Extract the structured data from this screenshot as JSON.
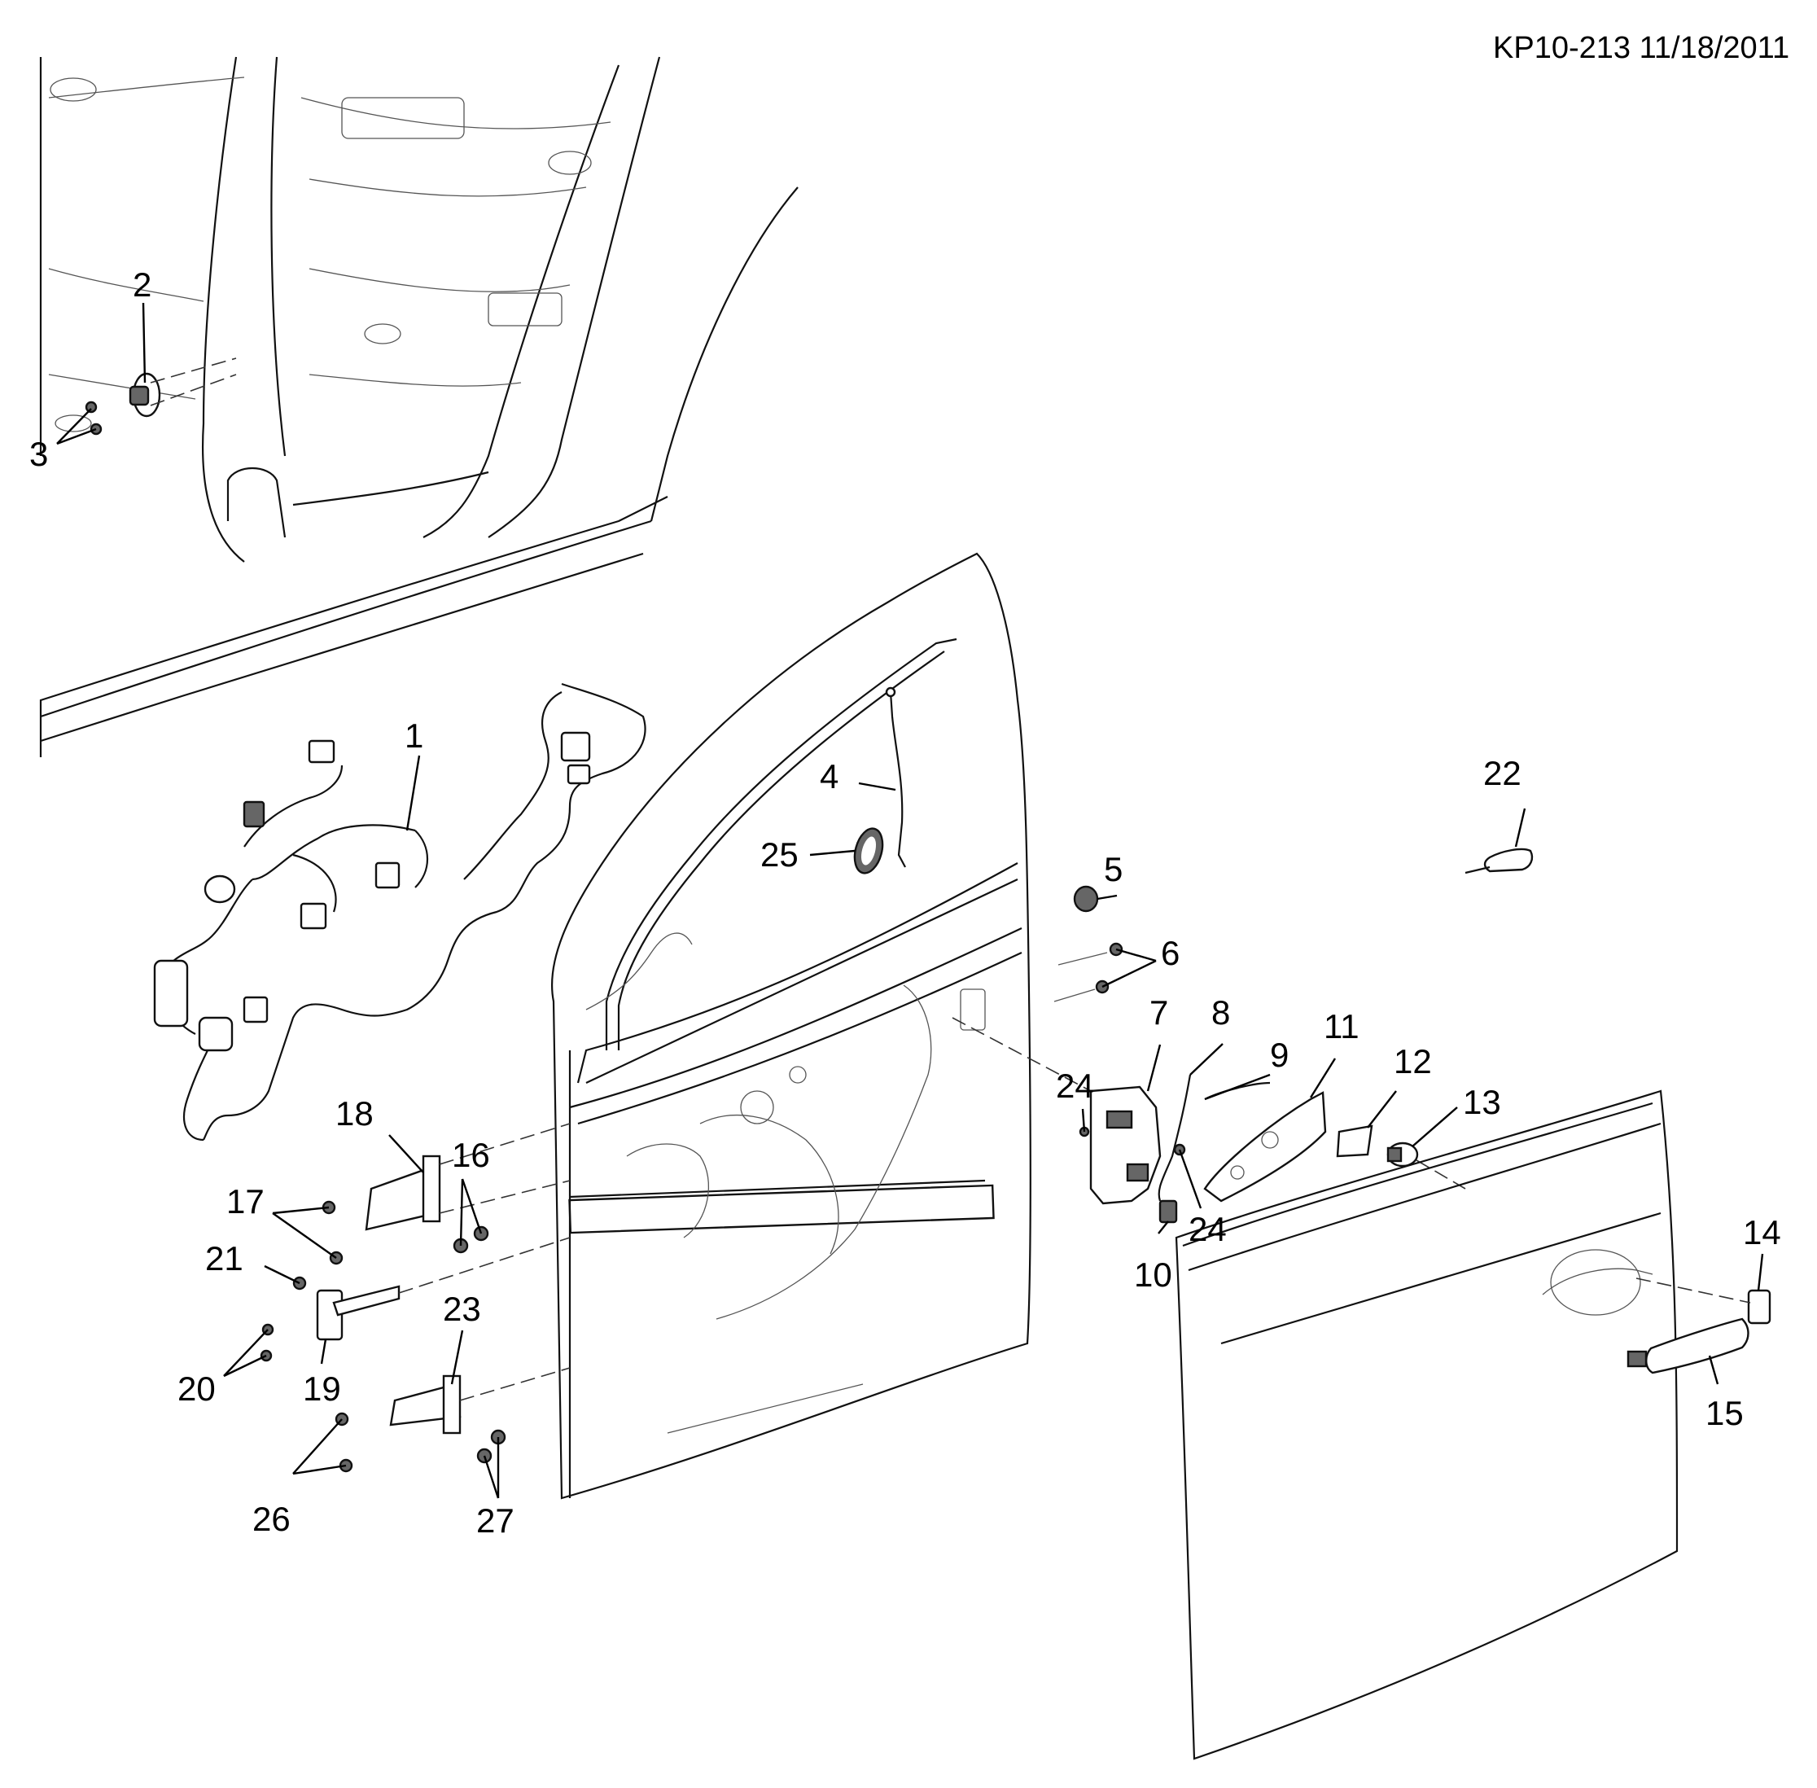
{
  "figure_ref": "KP10-213 11/18/2011",
  "callouts": [
    {
      "id": "c1",
      "text": "1"
    },
    {
      "id": "c2",
      "text": "2"
    },
    {
      "id": "c3",
      "text": "3"
    },
    {
      "id": "c4",
      "text": "4"
    },
    {
      "id": "c5",
      "text": "5"
    },
    {
      "id": "c6",
      "text": "6"
    },
    {
      "id": "c7",
      "text": "7"
    },
    {
      "id": "c8",
      "text": "8"
    },
    {
      "id": "c9",
      "text": "9"
    },
    {
      "id": "c10",
      "text": "10"
    },
    {
      "id": "c11",
      "text": "11"
    },
    {
      "id": "c12",
      "text": "12"
    },
    {
      "id": "c13",
      "text": "13"
    },
    {
      "id": "c14",
      "text": "14"
    },
    {
      "id": "c15",
      "text": "15"
    },
    {
      "id": "c16",
      "text": "16"
    },
    {
      "id": "c17",
      "text": "17"
    },
    {
      "id": "c18",
      "text": "18"
    },
    {
      "id": "c19",
      "text": "19"
    },
    {
      "id": "c20",
      "text": "20"
    },
    {
      "id": "c21",
      "text": "21"
    },
    {
      "id": "c22",
      "text": "22"
    },
    {
      "id": "c23",
      "text": "23"
    },
    {
      "id": "c24a",
      "text": "24"
    },
    {
      "id": "c24b",
      "text": "24"
    },
    {
      "id": "c25",
      "text": "25"
    },
    {
      "id": "c26",
      "text": "26"
    },
    {
      "id": "c27",
      "text": "27"
    }
  ]
}
